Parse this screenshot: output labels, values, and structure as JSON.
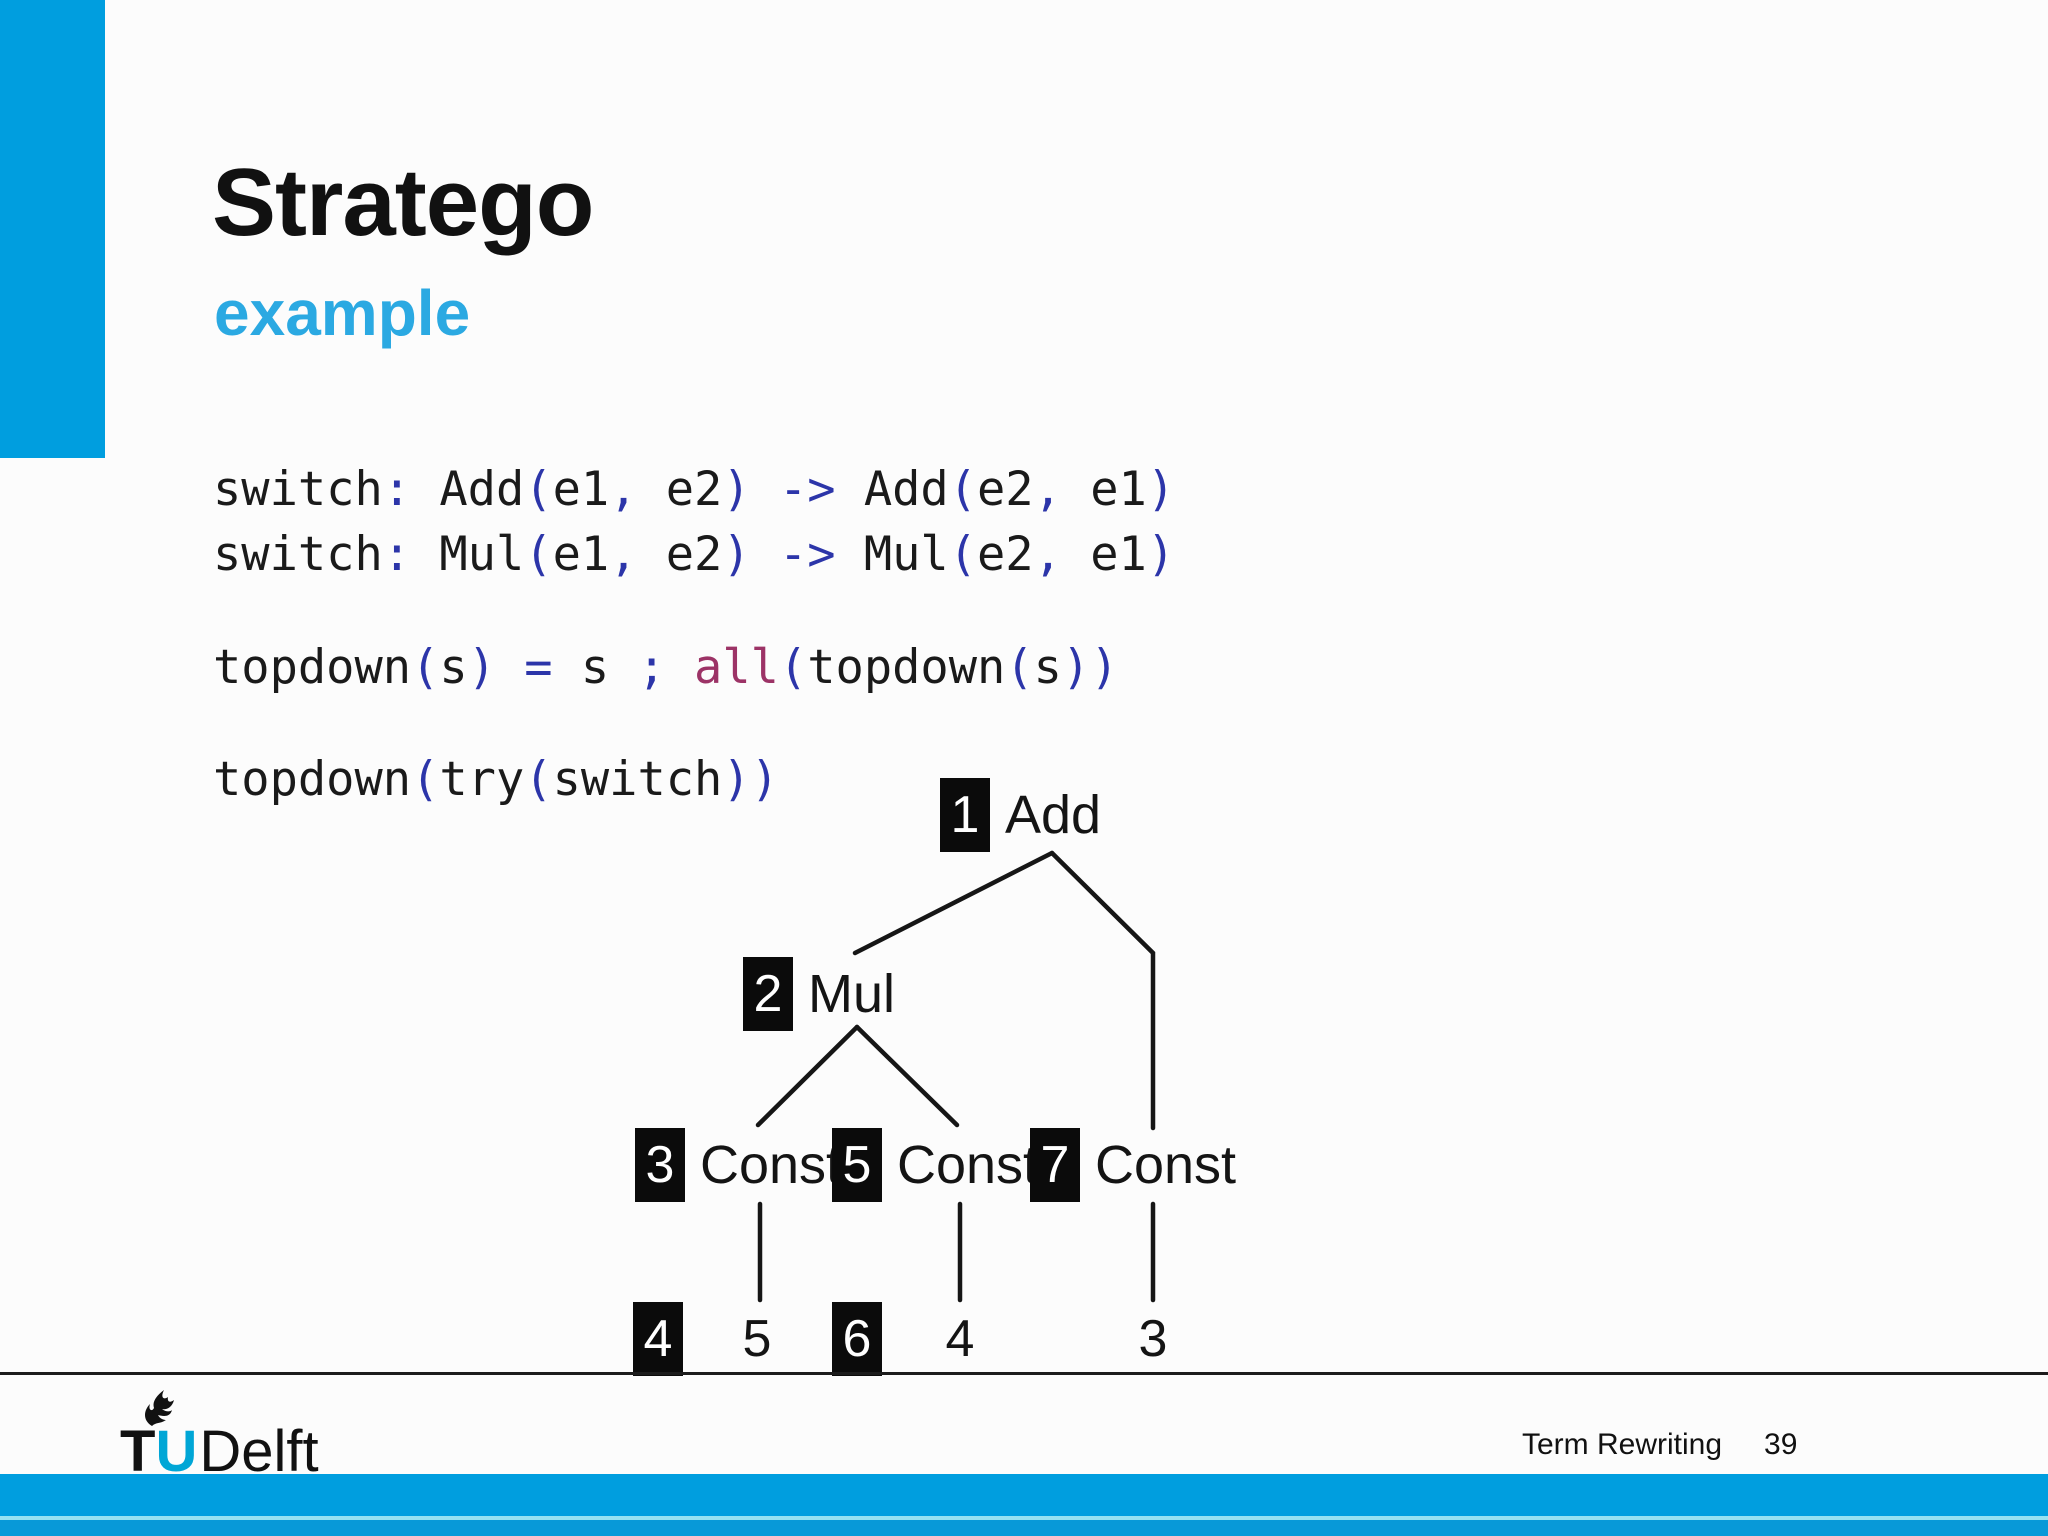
{
  "colors": {
    "accent": "#009EDF",
    "subtitle": "#2BA9E2",
    "punct": "#2C35A9",
    "special": "#9C3366",
    "logo-u": "#00A6D6",
    "bar-line": "#96E2F2",
    "bar-dark": "#0899D8"
  },
  "slide": {
    "title": "Stratego",
    "subtitle": "example"
  },
  "code": {
    "lines": [
      {
        "tokens": [
          [
            "switch",
            "id"
          ],
          [
            ":",
            "pu"
          ],
          [
            " ",
            "id"
          ],
          [
            "Add",
            "id"
          ],
          [
            "(",
            "pu"
          ],
          [
            "e1",
            "id"
          ],
          [
            ",",
            "pu"
          ],
          [
            " e2",
            "id"
          ],
          [
            ")",
            "pu"
          ],
          [
            " ",
            "id"
          ],
          [
            "->",
            "pu"
          ],
          [
            " ",
            "id"
          ],
          [
            "Add",
            "id"
          ],
          [
            "(",
            "pu"
          ],
          [
            "e2",
            "id"
          ],
          [
            ",",
            "pu"
          ],
          [
            " e1",
            "id"
          ],
          [
            ")",
            "pu"
          ]
        ]
      },
      {
        "tokens": [
          [
            "switch",
            "id"
          ],
          [
            ":",
            "pu"
          ],
          [
            " ",
            "id"
          ],
          [
            "Mul",
            "id"
          ],
          [
            "(",
            "pu"
          ],
          [
            "e1",
            "id"
          ],
          [
            ",",
            "pu"
          ],
          [
            " e2",
            "id"
          ],
          [
            ")",
            "pu"
          ],
          [
            " ",
            "id"
          ],
          [
            "->",
            "pu"
          ],
          [
            " ",
            "id"
          ],
          [
            "Mul",
            "id"
          ],
          [
            "(",
            "pu"
          ],
          [
            "e2",
            "id"
          ],
          [
            ",",
            "pu"
          ],
          [
            " e1",
            "id"
          ],
          [
            ")",
            "pu"
          ]
        ]
      },
      {
        "tokens": [
          [
            "topdown",
            "id"
          ],
          [
            "(",
            "pu"
          ],
          [
            "s",
            "id"
          ],
          [
            ")",
            "pu"
          ],
          [
            " ",
            "id"
          ],
          [
            "=",
            "pu"
          ],
          [
            " s ",
            "id"
          ],
          [
            ";",
            "pu"
          ],
          [
            " ",
            "id"
          ],
          [
            "all",
            "sp"
          ],
          [
            "(",
            "pu"
          ],
          [
            "topdown",
            "id"
          ],
          [
            "(",
            "pu"
          ],
          [
            "s",
            "id"
          ],
          [
            "))",
            "pu"
          ]
        ]
      },
      {
        "tokens": [
          [
            "topdown",
            "id"
          ],
          [
            "(",
            "pu"
          ],
          [
            "try",
            "id"
          ],
          [
            "(",
            "pu"
          ],
          [
            "switch",
            "id"
          ],
          [
            "))",
            "pu"
          ]
        ]
      }
    ]
  },
  "tree": {
    "nodes": [
      {
        "badge": "1",
        "label": "Add"
      },
      {
        "badge": "2",
        "label": "Mul"
      },
      {
        "badge": "3",
        "label": "Const"
      },
      {
        "badge": "5",
        "label": "Const"
      },
      {
        "badge": "7",
        "label": "Const"
      },
      {
        "badge": "4",
        "label": "5"
      },
      {
        "badge": "6",
        "label": "4"
      },
      {
        "label": "3"
      }
    ]
  },
  "footer": {
    "logo_t": "T",
    "logo_u": "U",
    "logo_delft": "Delft",
    "course": "Term Rewriting",
    "page": "39"
  }
}
